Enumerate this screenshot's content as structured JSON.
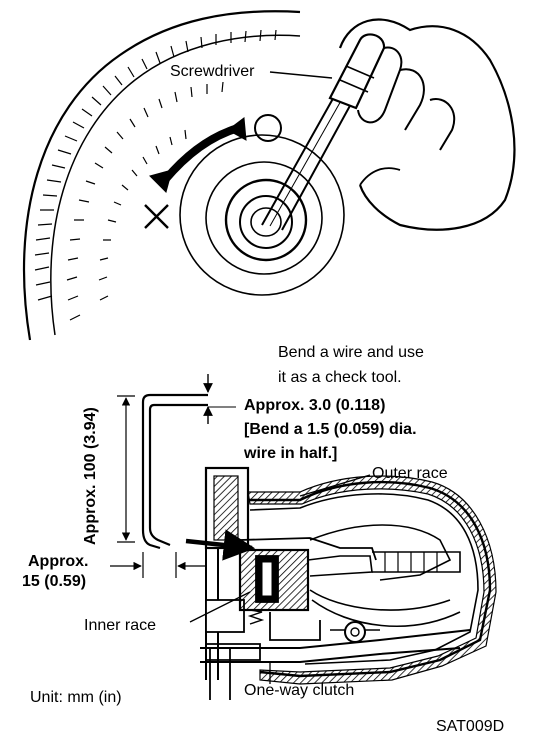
{
  "labels": {
    "screwdriver": "Screwdriver",
    "wire_note_line1": "Bend a wire and use",
    "wire_note_line2": "it as a check tool.",
    "gap_dim": "Approx. 3.0 (0.118)",
    "bend_note_line1": "[Bend a 1.5 (0.059) dia.",
    "bend_note_line2": "wire in half.]",
    "height_dim": "Approx. 100 (3.94)",
    "width_dim_line1": "Approx.",
    "width_dim_line2": "15 (0.59)",
    "outer_race": "Outer race",
    "inner_race": "Inner race",
    "one_way_clutch": "One-way clutch",
    "unit": "Unit: mm (in)",
    "figure_code": "SAT009D"
  },
  "colors": {
    "ink": "#000000",
    "paper": "#ffffff"
  }
}
